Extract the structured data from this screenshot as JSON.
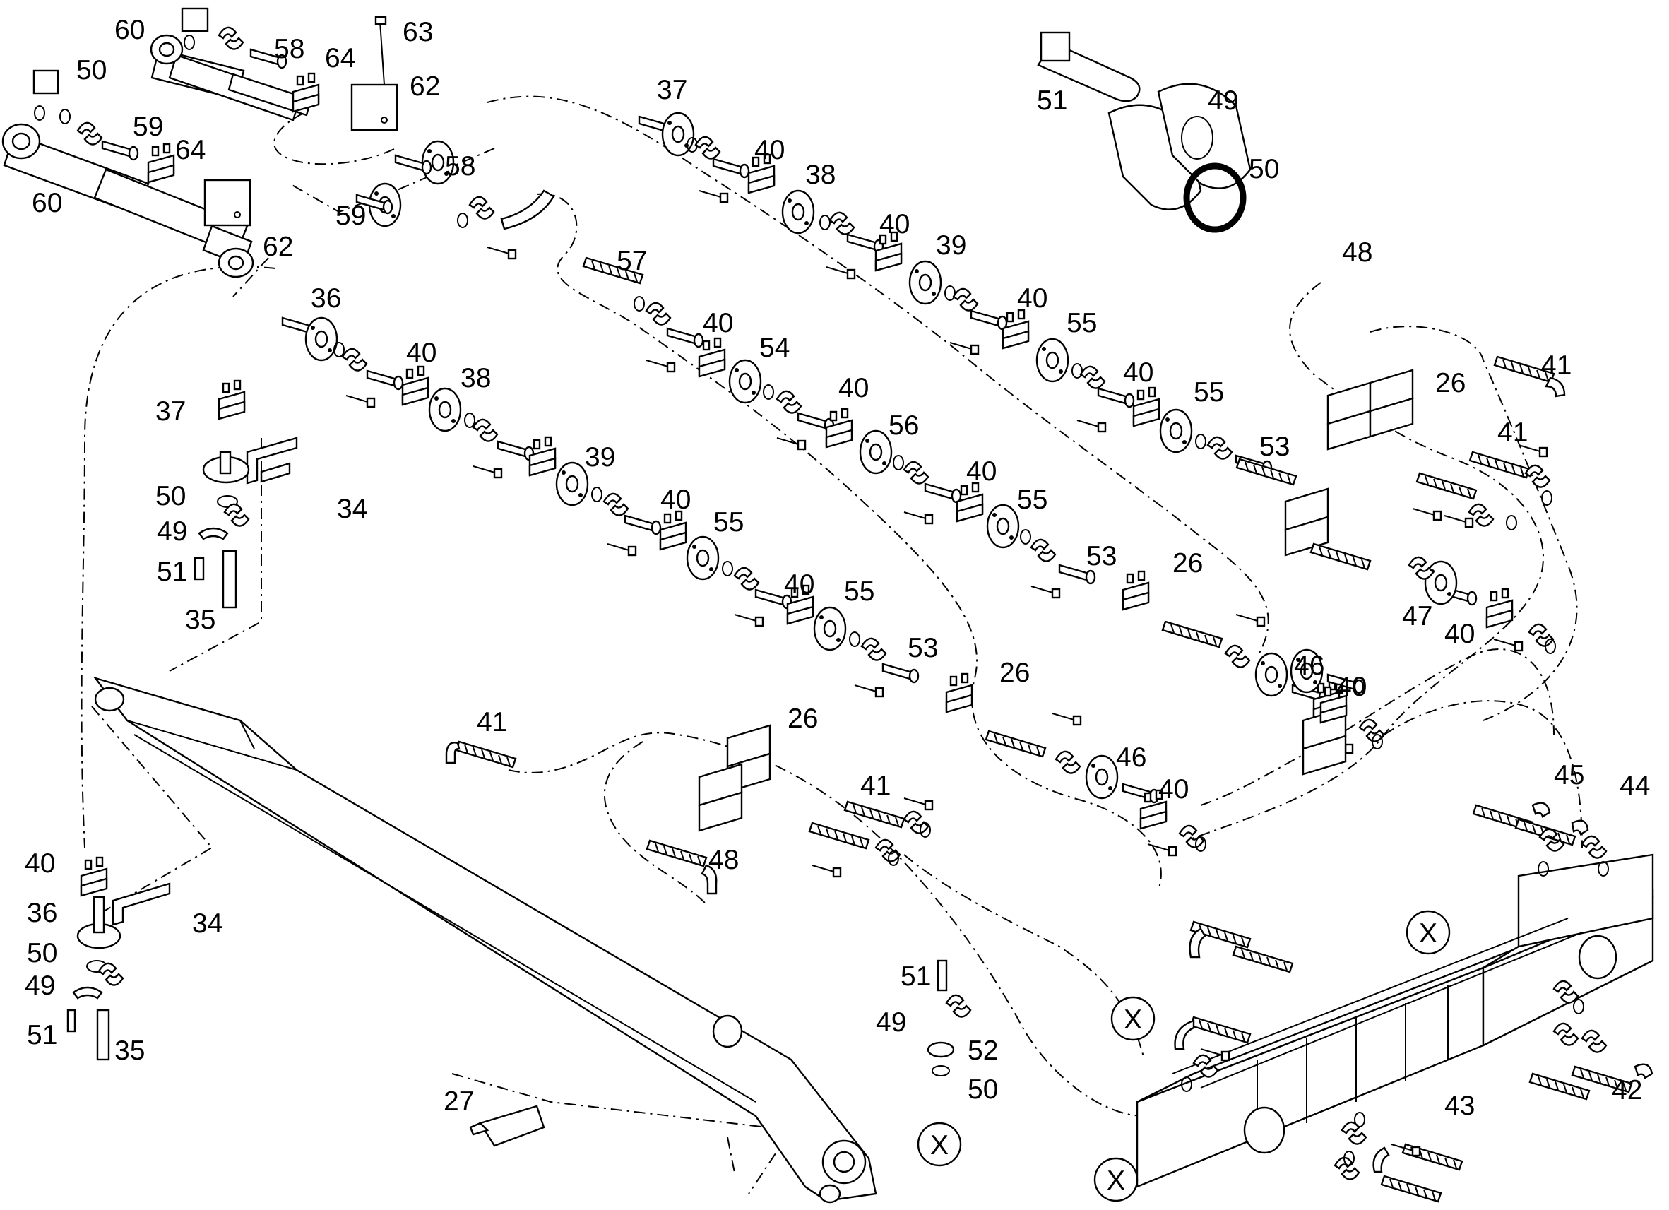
{
  "diagram": {
    "callouts": [
      {
        "id": "c60a",
        "text": "60"
      },
      {
        "id": "c50a",
        "text": "50"
      },
      {
        "id": "c58a",
        "text": "58"
      },
      {
        "id": "c64a",
        "text": "64"
      },
      {
        "id": "c63",
        "text": "63"
      },
      {
        "id": "c62a",
        "text": "62"
      },
      {
        "id": "c59a",
        "text": "59"
      },
      {
        "id": "c64b",
        "text": "64"
      },
      {
        "id": "c58b",
        "text": "58"
      },
      {
        "id": "c60b",
        "text": "60"
      },
      {
        "id": "c59b",
        "text": "59"
      },
      {
        "id": "c62b",
        "text": "62"
      },
      {
        "id": "c37a",
        "text": "37"
      },
      {
        "id": "c40a",
        "text": "40"
      },
      {
        "id": "c38a",
        "text": "38"
      },
      {
        "id": "c51a",
        "text": "51"
      },
      {
        "id": "c49a",
        "text": "49"
      },
      {
        "id": "c50b",
        "text": "50"
      },
      {
        "id": "c40b",
        "text": "40"
      },
      {
        "id": "c39a",
        "text": "39"
      },
      {
        "id": "c57",
        "text": "57"
      },
      {
        "id": "c48a",
        "text": "48"
      },
      {
        "id": "c40c",
        "text": "40"
      },
      {
        "id": "c55a",
        "text": "55"
      },
      {
        "id": "c40d",
        "text": "40"
      },
      {
        "id": "c41a",
        "text": "41"
      },
      {
        "id": "c36a",
        "text": "36"
      },
      {
        "id": "c40e",
        "text": "40"
      },
      {
        "id": "c54",
        "text": "54"
      },
      {
        "id": "c55b",
        "text": "55"
      },
      {
        "id": "c26a",
        "text": "26"
      },
      {
        "id": "c40f",
        "text": "40"
      },
      {
        "id": "c38b",
        "text": "38"
      },
      {
        "id": "c40g",
        "text": "40"
      },
      {
        "id": "c37b",
        "text": "37"
      },
      {
        "id": "c40h",
        "text": "40"
      },
      {
        "id": "c56",
        "text": "56"
      },
      {
        "id": "c41b",
        "text": "41"
      },
      {
        "id": "c53a",
        "text": "53"
      },
      {
        "id": "c50c",
        "text": "50"
      },
      {
        "id": "c34a",
        "text": "34"
      },
      {
        "id": "c39b",
        "text": "39"
      },
      {
        "id": "c40i",
        "text": "40"
      },
      {
        "id": "c55c",
        "text": "55"
      },
      {
        "id": "c49b",
        "text": "49"
      },
      {
        "id": "c40j",
        "text": "40"
      },
      {
        "id": "c53b",
        "text": "53"
      },
      {
        "id": "c26b",
        "text": "26"
      },
      {
        "id": "c51b",
        "text": "51"
      },
      {
        "id": "c55d",
        "text": "55"
      },
      {
        "id": "c35a",
        "text": "35"
      },
      {
        "id": "c47",
        "text": "47"
      },
      {
        "id": "c40k",
        "text": "40"
      },
      {
        "id": "c40l",
        "text": "40"
      },
      {
        "id": "c55e",
        "text": "55"
      },
      {
        "id": "c53c",
        "text": "53"
      },
      {
        "id": "c26c",
        "text": "26"
      },
      {
        "id": "c46a",
        "text": "46"
      },
      {
        "id": "c40m",
        "text": "40"
      },
      {
        "id": "c41c",
        "text": "41"
      },
      {
        "id": "c26d",
        "text": "26"
      },
      {
        "id": "c46b",
        "text": "46"
      },
      {
        "id": "c40n",
        "text": "40"
      },
      {
        "id": "c41d",
        "text": "41"
      },
      {
        "id": "c45",
        "text": "45"
      },
      {
        "id": "c44",
        "text": "44"
      },
      {
        "id": "c48b",
        "text": "48"
      },
      {
        "id": "c40o",
        "text": "40"
      },
      {
        "id": "c34b",
        "text": "34"
      },
      {
        "id": "c36b",
        "text": "36"
      },
      {
        "id": "c50d",
        "text": "50"
      },
      {
        "id": "c49c",
        "text": "49"
      },
      {
        "id": "c51c",
        "text": "51"
      },
      {
        "id": "c35b",
        "text": "35"
      },
      {
        "id": "c51d",
        "text": "51"
      },
      {
        "id": "c49d",
        "text": "49"
      },
      {
        "id": "c52",
        "text": "52"
      },
      {
        "id": "c50e",
        "text": "50"
      },
      {
        "id": "c27",
        "text": "27"
      },
      {
        "id": "c43",
        "text": "43"
      },
      {
        "id": "c42",
        "text": "42"
      }
    ],
    "reference_markers": [
      {
        "id": "x1",
        "text": "X"
      },
      {
        "id": "x2",
        "text": "X"
      },
      {
        "id": "x3",
        "text": "X"
      },
      {
        "id": "x4",
        "text": "X"
      }
    ]
  }
}
